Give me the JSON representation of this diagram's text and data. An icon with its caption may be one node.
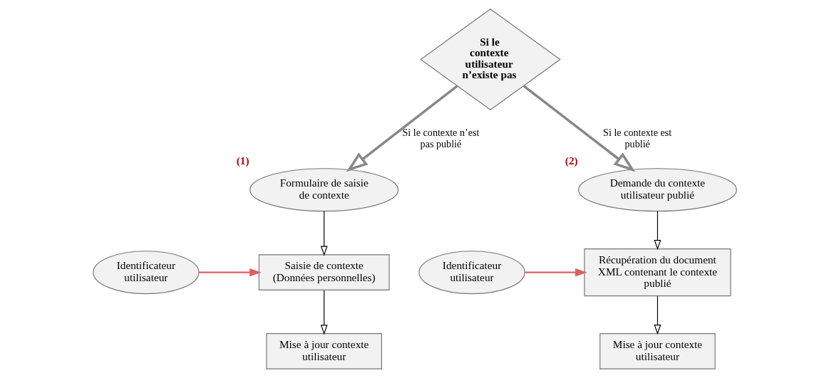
{
  "diagram": {
    "nodes": [
      {
        "text": [
          "Si le contexte utilisateur n’existe pas"
        ]
      },
      {
        "text": [
          "Formulaire de saisie de contexte"
        ],
        "beside": [
          "(1)"
        ]
      },
      {
        "text": [
          "Identificateur utilisateur"
        ]
      },
      {
        "text": [
          "Saisie de contexte (Données personnelles)"
        ]
      },
      {
        "text": [
          "Mise à jour contexte utilisateur"
        ]
      },
      {
        "text": [
          "Demande du contexte utilisateur publié"
        ],
        "beside": [
          "(2)"
        ]
      },
      {
        "text": [
          "Identificateur utilisateur"
        ]
      },
      {
        "text": [
          "Récupération du document XML contenant le contexte publié"
        ]
      },
      {
        "text": [
          "Mise à jour contexte utilisateur"
        ]
      }
    ],
    "edges": [
      {
        "from": 0,
        "to": 1,
        "arrow": "to",
        "label": "Si le contexte n’est pas publié",
        "style": "thick",
        "color": "#888888"
      },
      {
        "from": 0,
        "to": 5,
        "arrow": "to",
        "label": "Si le contexte est publié",
        "style": "thick",
        "color": "#888888"
      },
      {
        "from": 1,
        "to": 3,
        "arrow": "to"
      },
      {
        "from": 2,
        "to": 3,
        "arrow": "to",
        "color": "#e06060"
      },
      {
        "from": 3,
        "to": 4,
        "arrow": "to"
      },
      {
        "from": 5,
        "to": 7,
        "arrow": "to"
      },
      {
        "from": 6,
        "to": 7,
        "arrow": "to",
        "color": "#e06060"
      },
      {
        "from": 7,
        "to": 8,
        "arrow": "to"
      }
    ]
  }
}
